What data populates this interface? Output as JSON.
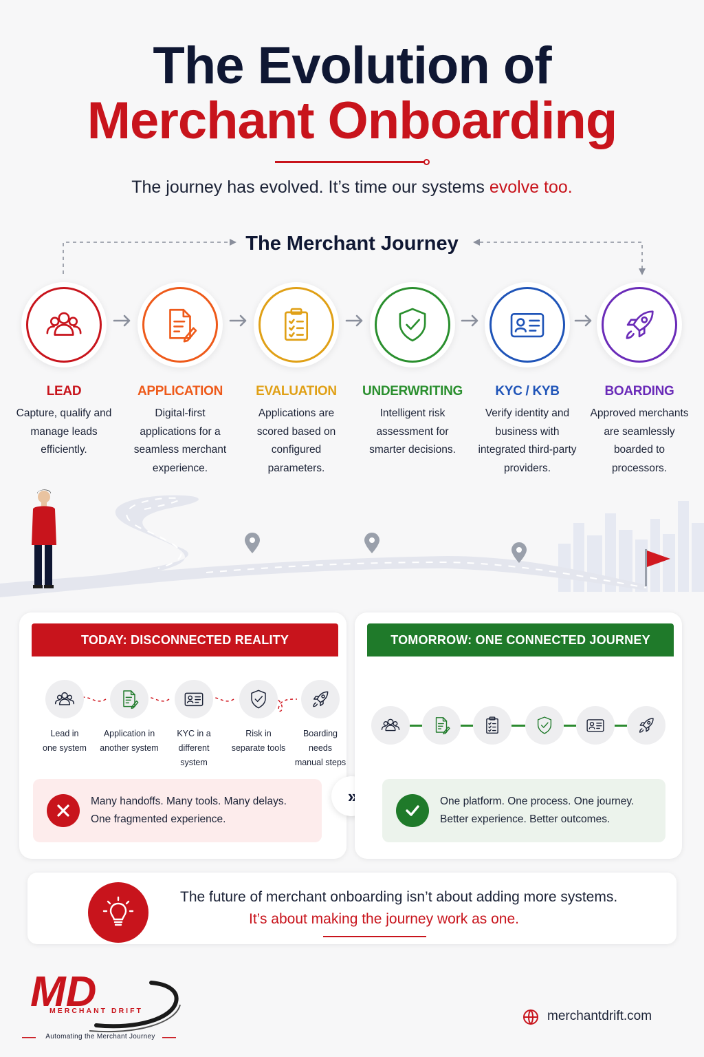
{
  "header": {
    "title_line1": "The Evolution of",
    "title_line2": "Merchant Onboarding",
    "subtitle_main": "The journey has evolved. It’s time our systems ",
    "subtitle_accent": "evolve too."
  },
  "journey": {
    "title": "The Merchant Journey",
    "stages": [
      {
        "name": "LEAD",
        "color": "#c8141c",
        "icon": "users-icon",
        "desc": "Capture, qualify and manage leads efficiently."
      },
      {
        "name": "APPLICATION",
        "color": "#ee5a1a",
        "icon": "document-edit-icon",
        "desc": "Digital-first applications for a seamless merchant experience."
      },
      {
        "name": "EVALUATION",
        "color": "#e0a016",
        "icon": "checklist-icon",
        "desc": "Applications are scored based on configured parameters."
      },
      {
        "name": "UNDERWRITING",
        "color": "#2a8f2e",
        "icon": "shield-check-icon",
        "desc": "Intelligent risk assessment for smarter decisions."
      },
      {
        "name": "KYC / KYB",
        "color": "#1f54b8",
        "icon": "id-card-icon",
        "desc": "Verify identity and business with integrated third-party providers."
      },
      {
        "name": "BOARDING",
        "color": "#6a2bb8",
        "icon": "rocket-icon",
        "desc": "Approved merchants are seamlessly boarded to processors."
      }
    ]
  },
  "today": {
    "header": "TODAY: DISCONNECTED REALITY",
    "color": "#c8141c",
    "steps": [
      {
        "icon": "users-icon",
        "label_1": "Lead in",
        "label_2": "one system"
      },
      {
        "icon": "document-edit-icon",
        "label_1": "Application in",
        "label_2": "another system"
      },
      {
        "icon": "id-card-icon",
        "label_1": "KYC in a",
        "label_2": "different system"
      },
      {
        "icon": "shield-check-icon",
        "label_1": "Risk in",
        "label_2": "separate tools"
      },
      {
        "icon": "rocket-icon",
        "label_1": "Boarding needs",
        "label_2": "manual steps"
      }
    ],
    "notice_1": "Many handoffs. Many tools. Many delays.",
    "notice_2": "One fragmented experience."
  },
  "tomorrow": {
    "header": "TOMORROW: ONE CONNECTED JOURNEY",
    "color": "#1f7a2a",
    "icons": [
      "users-icon",
      "document-edit-icon",
      "checklist-icon",
      "shield-check-icon",
      "id-card-icon",
      "rocket-icon"
    ],
    "notice_1": "One platform. One process. One journey.",
    "notice_2": "Better experience. Better outcomes."
  },
  "transition_symbol": "»",
  "closing": {
    "line1": "The future of merchant onboarding isn’t about adding more systems.",
    "line2": "It’s about making the journey work as one."
  },
  "footer": {
    "logo_mark": "MD",
    "brand": "MERCHANT DRIFT",
    "tagline": "Automating the Merchant Journey",
    "website": "merchantdrift.com"
  }
}
